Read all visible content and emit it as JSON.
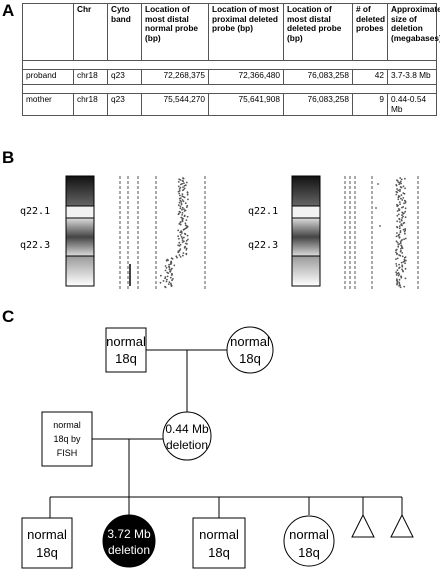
{
  "panels": {
    "a": "A",
    "b": "B",
    "c": "C"
  },
  "table": {
    "headers": [
      "",
      "Chr",
      "Cyto band",
      "Location of most distal normal probe (bp)",
      "Location of most proximal deleted probe (bp)",
      "Location of most distal deleted probe (bp)",
      "# of deleted probes",
      "Approximate size of deletion (megabases)"
    ],
    "rows": [
      [
        "proband",
        "chr18",
        "q23",
        "72,268,375",
        "72,366,480",
        "76,083,258",
        "42",
        "3.7-3.8 Mb"
      ],
      [
        "mother",
        "chr18",
        "q23",
        "75,544,270",
        "75,641,908",
        "76,083,258",
        "9",
        "0.44-0.54 Mb"
      ]
    ]
  },
  "ideogram": {
    "band_labels": [
      "q22.1",
      "q22.3"
    ]
  },
  "pedigree": {
    "grandfather": [
      "normal",
      "18q"
    ],
    "grandmother": [
      "normal",
      "18q"
    ],
    "father": [
      "normal",
      "18q by",
      "FISH"
    ],
    "mother": [
      "0.44 Mb",
      "deletion"
    ],
    "proband": [
      "3.72 Mb",
      "deletion"
    ],
    "sibling1": [
      "normal",
      "18q"
    ],
    "sibling3": [
      "normal",
      "18q"
    ],
    "sibling4": [
      "normal",
      "18q"
    ]
  }
}
